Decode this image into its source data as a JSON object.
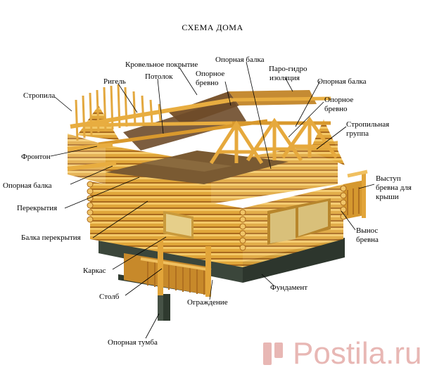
{
  "title": "СХЕМА ДОМА",
  "labels": {
    "stropila": "Стропила",
    "rigel": "Ригель",
    "potolok": "Потолок",
    "krovelnoe": "Кровельное покрытие",
    "opornaya_balka_top": "Опорная балка",
    "opornoe_brevno_top_1": "Опорное",
    "opornoe_brevno_top_2": "бревно",
    "paro_1": "Паро-гидро",
    "paro_2": "изоляция",
    "opornaya_balka_right": "Опорная балка",
    "opornoe_brevno_right_1": "Опорное",
    "opornoe_brevno_right_2": "бревно",
    "stropilnaya_1": "Стропильная",
    "stropilnaya_2": "группа",
    "fronton": "Фронтон",
    "opornaya_balka_left": "Опорная балка",
    "perekrytiya": "Перекрытия",
    "balka_perekrytiya": "Балка перекрытия",
    "vystup_1": "Выступ",
    "vystup_2": "бревна для",
    "vystup_3": "крыши",
    "vynos_1": "Вынос",
    "vynos_2": "бревна",
    "karkas": "Каркас",
    "stolb": "Столб",
    "ograzhdenie": "Ограждение",
    "fundament": "Фундамент",
    "opornaya_tumba": "Опорная тумба"
  },
  "watermark": "Postila.ru",
  "colors": {
    "log": "#d99a2b",
    "log_dark": "#a8671a",
    "log_light": "#f2c25a",
    "foundation": "#3e4a3e",
    "roof": "#6b4a2a",
    "watermark": "#e8b7b4"
  }
}
